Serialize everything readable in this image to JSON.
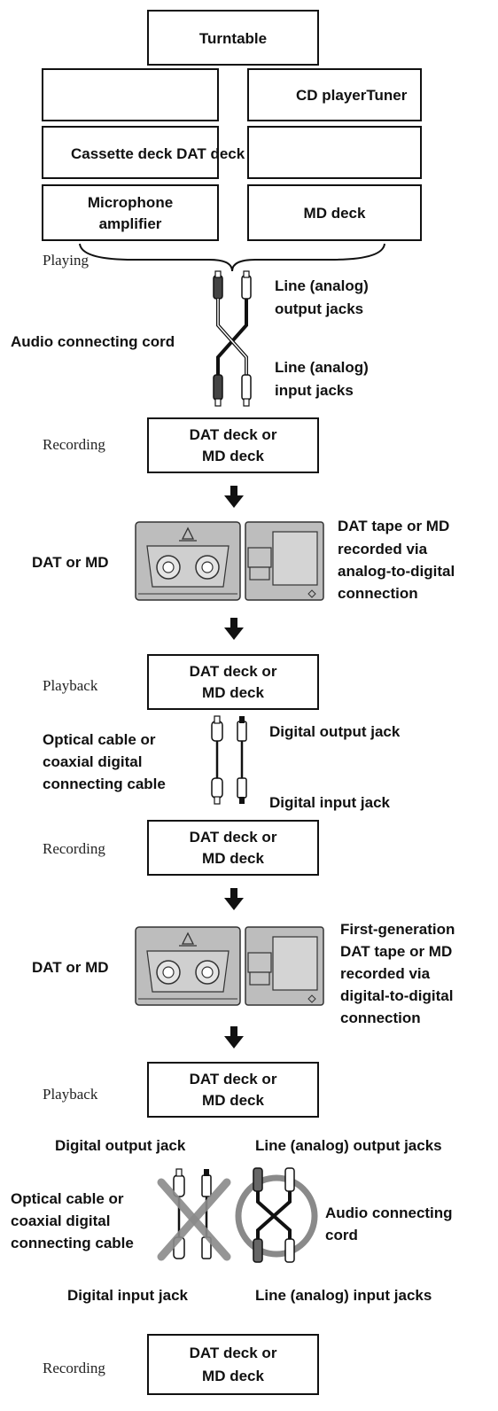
{
  "sources": {
    "turntable": "Turntable",
    "cd_player_tuner": "CD playerTuner",
    "cassette_dat": "Cassette deck DAT deck",
    "microphone_amplifier_line1": "Microphone",
    "microphone_amplifier_line2": "amplifier",
    "md_deck": "MD deck"
  },
  "stage1": {
    "playing": "Playing",
    "line_output_1": "Line (analog)",
    "line_output_2": "output jacks",
    "audio_cord": "Audio connecting cord",
    "line_input_1": "Line (analog)",
    "line_input_2": "input jacks",
    "recording": "Recording",
    "deck_line1": "DAT deck or",
    "deck_line2": "MD deck"
  },
  "media1": {
    "label": "DAT or MD",
    "desc": [
      "DAT tape or MD",
      "recorded via",
      "analog-to-digital",
      "connection"
    ]
  },
  "stage2": {
    "playback": "Playback",
    "deck_line1": "DAT deck or",
    "deck_line2": "MD deck",
    "cable": [
      "Optical cable or",
      "coaxial digital",
      "connecting cable"
    ],
    "digital_output": "Digital output jack",
    "digital_input": "Digital input jack",
    "recording": "Recording",
    "rec_deck_line1": "DAT deck or",
    "rec_deck_line2": "MD deck"
  },
  "media2": {
    "label": "DAT or MD",
    "desc": [
      "First-generation",
      "DAT tape or MD",
      "recorded via",
      "digital-to-digital",
      "connection"
    ]
  },
  "stage3": {
    "playback": "Playback",
    "deck_line1": "DAT deck or",
    "deck_line2": "MD deck",
    "digital_output": "Digital output jack",
    "line_output": "Line (analog) output jacks",
    "cable": [
      "Optical cable or",
      "coaxial digital",
      "connecting cable"
    ],
    "audio_cord": [
      "Audio connecting",
      "cord"
    ],
    "digital_input": "Digital input jack",
    "line_input": "Line (analog) input jacks",
    "recording": "Recording",
    "rec_deck_line1": "DAT deck or",
    "rec_deck_line2": "MD deck"
  },
  "colors": {
    "ink": "#111111",
    "media_gray": "#bdbdbd",
    "cross_gray": "#8a8a8a"
  }
}
